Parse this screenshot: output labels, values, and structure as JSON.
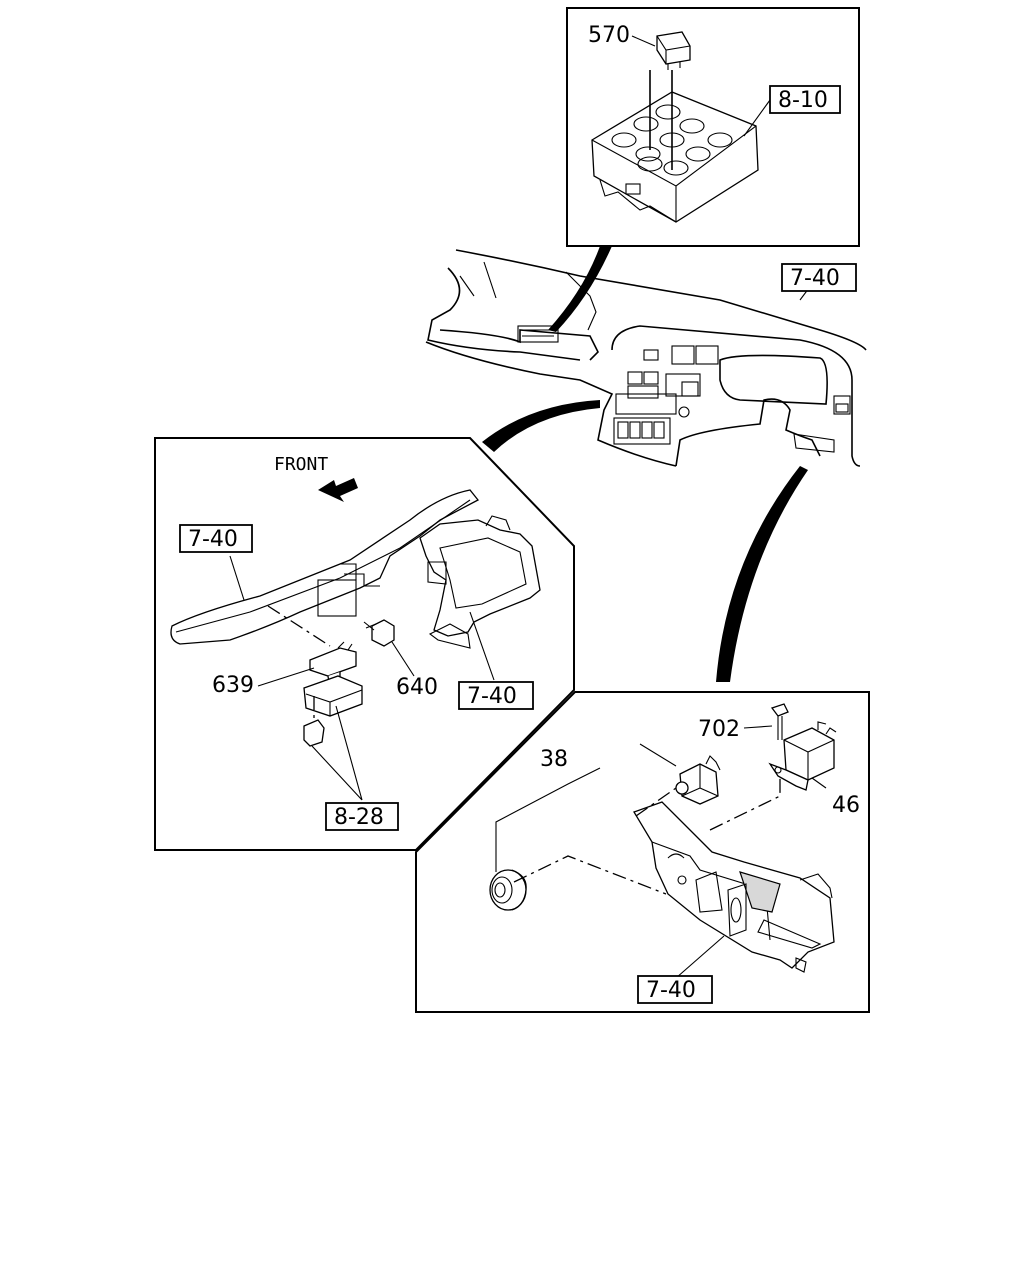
{
  "labels": {
    "p570": "570",
    "ref_810": "8-10",
    "ref_740_dash": "7-40",
    "front": "FRONT",
    "ref_740_left_a": "7-40",
    "p639": "639",
    "p640": "640",
    "ref_740_left_b": "7-40",
    "ref_828": "8-28",
    "p702": "702",
    "p38": "38",
    "p46": "46",
    "ref_740_right": "7-40"
  }
}
